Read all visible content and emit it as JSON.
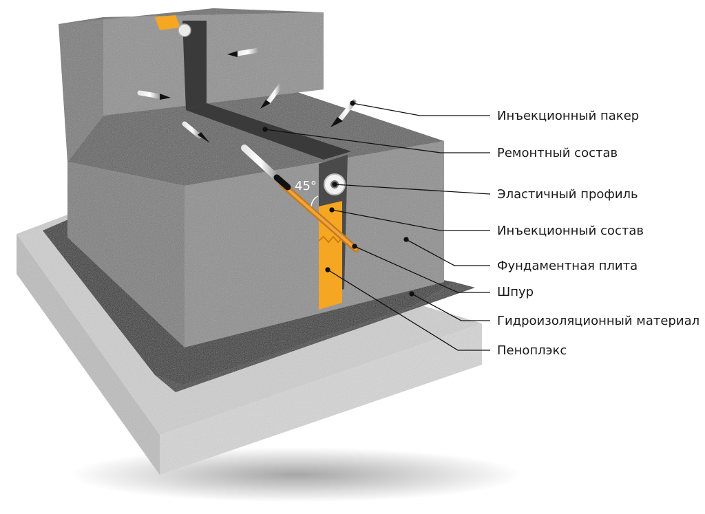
{
  "labels": {
    "injection_packer": "Инъекционный пакер",
    "repair_compound": "Ремонтный состав",
    "elastic_profile": "Эластичный профиль",
    "injection_compound": "Инъекционный состав",
    "foundation_slab": "Фундаментная плита",
    "drill_hole": "Шпур",
    "waterproofing_material": "Гидроизоляционный материал",
    "penoplex": "Пеноплэкс"
  },
  "angle": "45°",
  "colors": {
    "concrete": "#8c8c8c",
    "concrete_dark": "#6f6f6f",
    "slab": "#c9c9c9",
    "membrane": "#2a2a2a",
    "insulation": "#f5a623",
    "joint": "#3a3a3a"
  }
}
